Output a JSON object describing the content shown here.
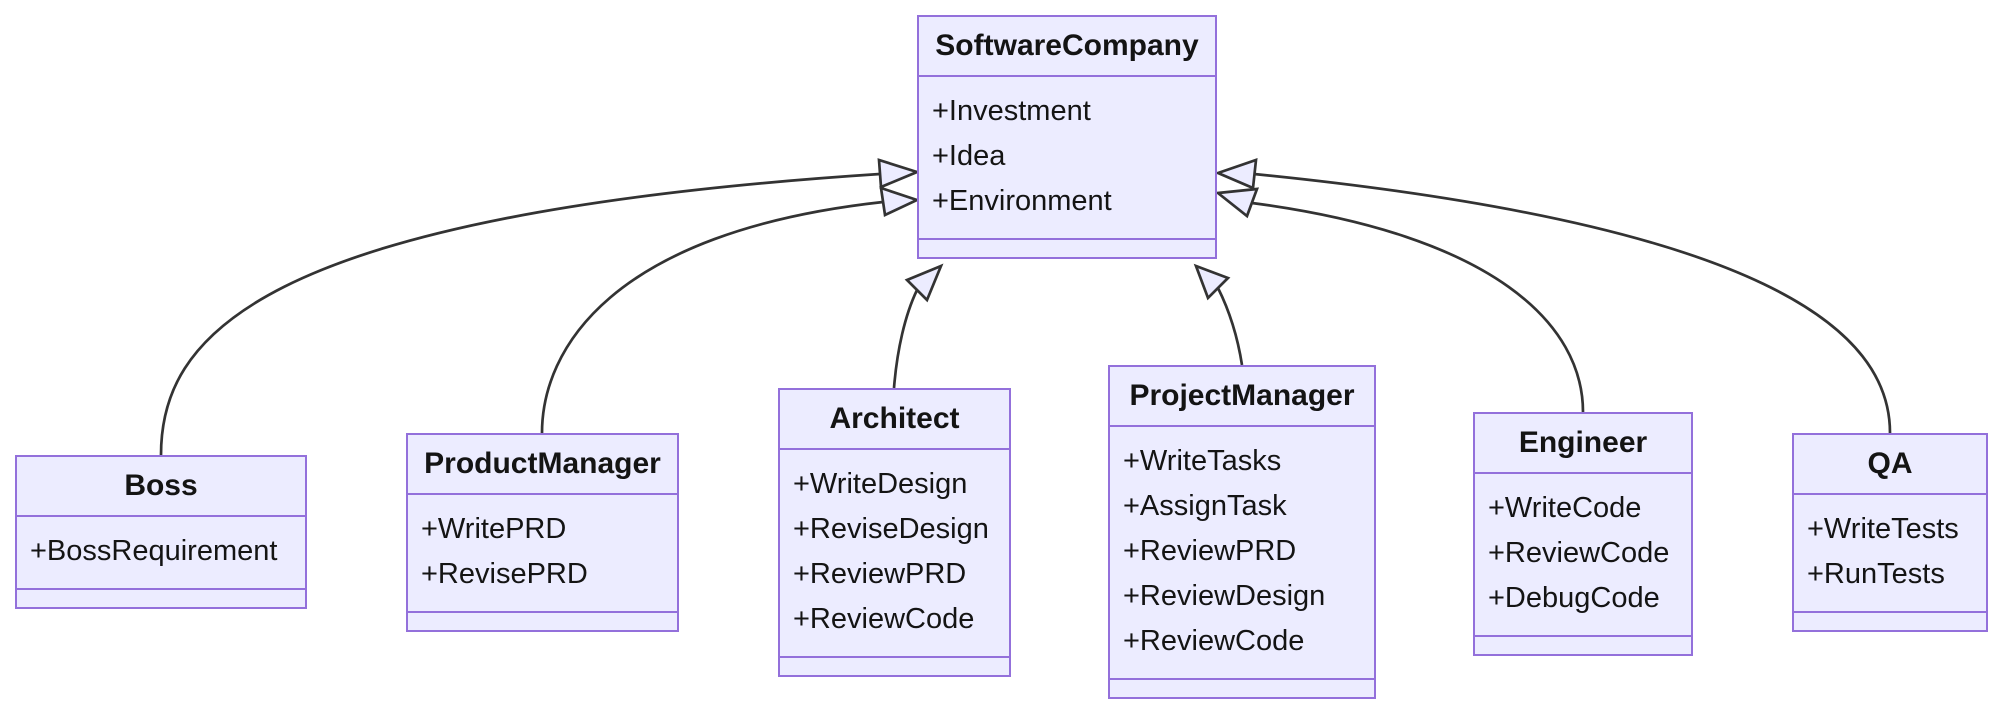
{
  "diagram": {
    "type": "uml-class-diagram",
    "colors": {
      "node_fill": "#ECECFF",
      "node_border": "#9370DB",
      "edge_stroke": "#333333",
      "text": "#141414",
      "background": "#ffffff"
    },
    "classes": [
      {
        "name": "SoftwareCompany",
        "members": [
          "+Investment",
          "+Idea",
          "+Environment"
        ]
      },
      {
        "name": "Boss",
        "members": [
          "+BossRequirement"
        ]
      },
      {
        "name": "ProductManager",
        "members": [
          "+WritePRD",
          "+RevisePRD"
        ]
      },
      {
        "name": "Architect",
        "members": [
          "+WriteDesign",
          "+ReviseDesign",
          "+ReviewPRD",
          "+ReviewCode"
        ]
      },
      {
        "name": "ProjectManager",
        "members": [
          "+WriteTasks",
          "+AssignTask",
          "+ReviewPRD",
          "+ReviewDesign",
          "+ReviewCode"
        ]
      },
      {
        "name": "Engineer",
        "members": [
          "+WriteCode",
          "+ReviewCode",
          "+DebugCode"
        ]
      },
      {
        "name": "QA",
        "members": [
          "+WriteTests",
          "+RunTests"
        ]
      }
    ],
    "relationships": [
      {
        "from": "Boss",
        "to": "SoftwareCompany",
        "type": "inheritance"
      },
      {
        "from": "ProductManager",
        "to": "SoftwareCompany",
        "type": "inheritance"
      },
      {
        "from": "Architect",
        "to": "SoftwareCompany",
        "type": "inheritance"
      },
      {
        "from": "ProjectManager",
        "to": "SoftwareCompany",
        "type": "inheritance"
      },
      {
        "from": "Engineer",
        "to": "SoftwareCompany",
        "type": "inheritance"
      },
      {
        "from": "QA",
        "to": "SoftwareCompany",
        "type": "inheritance"
      }
    ]
  }
}
